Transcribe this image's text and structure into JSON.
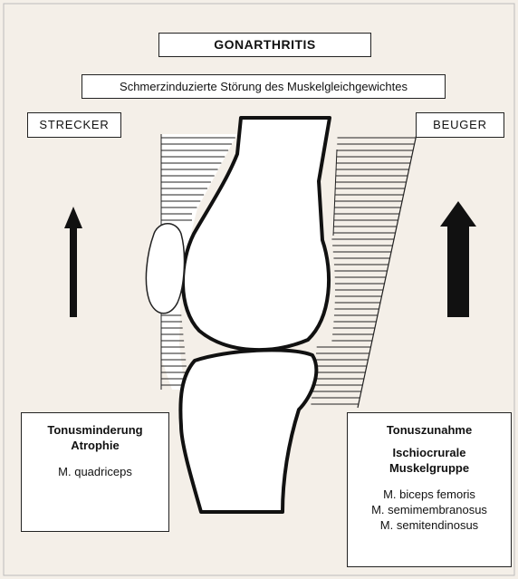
{
  "title": "GONARTHRITIS",
  "subtitle": "Schmerzinduzierte Störung des Muskelgleichgewichtes",
  "left": {
    "label": "STRECKER",
    "line1": "Tonusminderung",
    "line2": "Atrophie",
    "muscle": "M. quadriceps"
  },
  "right": {
    "label": "BEUGER",
    "line1": "Tonuszunahme",
    "group_line1": "Ischiocrurale",
    "group_line2": "Muskelgruppe",
    "muscles": [
      "M. biceps femoris",
      "M. semimembranosus",
      "M. semitendinosus"
    ]
  }
}
